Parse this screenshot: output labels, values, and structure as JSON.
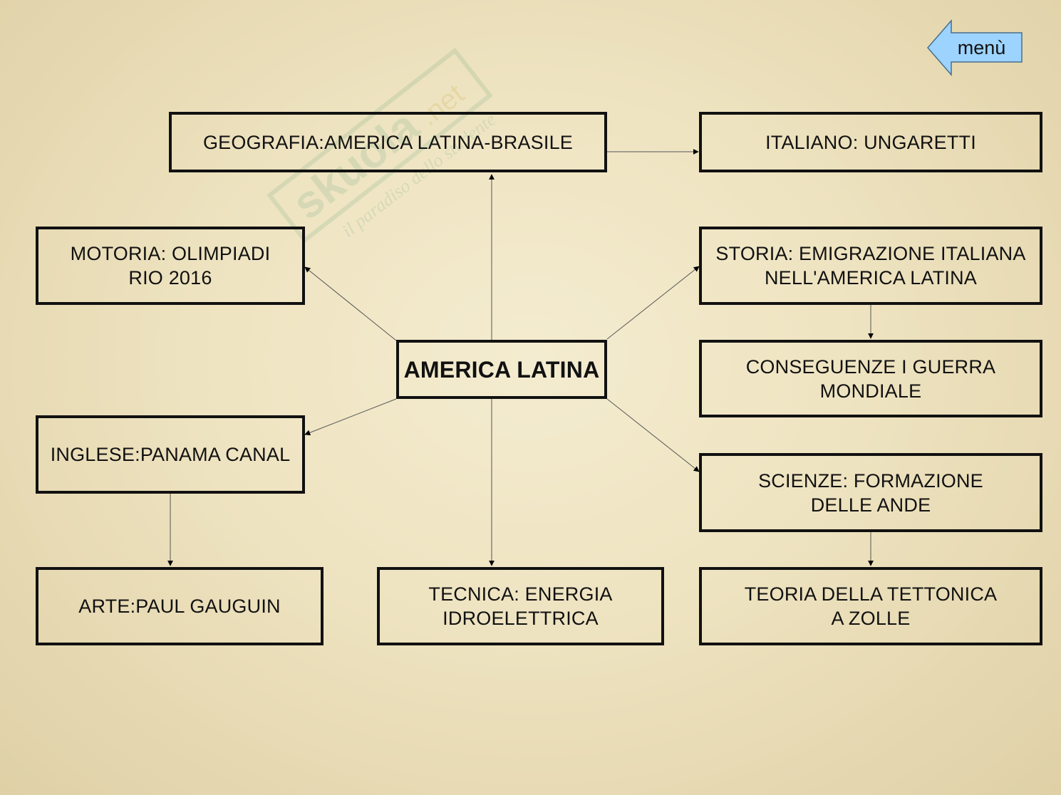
{
  "menu": {
    "label": "menù"
  },
  "watermark": {
    "brand": "skuola.net",
    "tagline": "il paradiso dello studente"
  },
  "nodes": {
    "center": "AMERICA LATINA",
    "geografia": "GEOGRAFIA:AMERICA LATINA-BRASILE",
    "italiano": "ITALIANO: UNGARETTI",
    "motoria": "MOTORIA: OLIMPIADI\nRIO 2016",
    "storia": "STORIA: EMIGRAZIONE ITALIANA\nNELL'AMERICA LATINA",
    "conseguenze": "CONSEGUENZE I GUERRA\nMONDIALE",
    "inglese": "INGLESE:PANAMA CANAL",
    "scienze": "SCIENZE: FORMAZIONE\n DELLE  ANDE",
    "arte": "ARTE:PAUL GAUGUIN",
    "tecnica": "TECNICA: ENERGIA\nIDROELETTRICA",
    "teoria": "TEORIA DELLA TETTONICA\nA  ZOLLE"
  },
  "colors": {
    "menu_arrow": "#9cd3ff",
    "box_border": "#111111",
    "watermark": "#7fb089"
  }
}
